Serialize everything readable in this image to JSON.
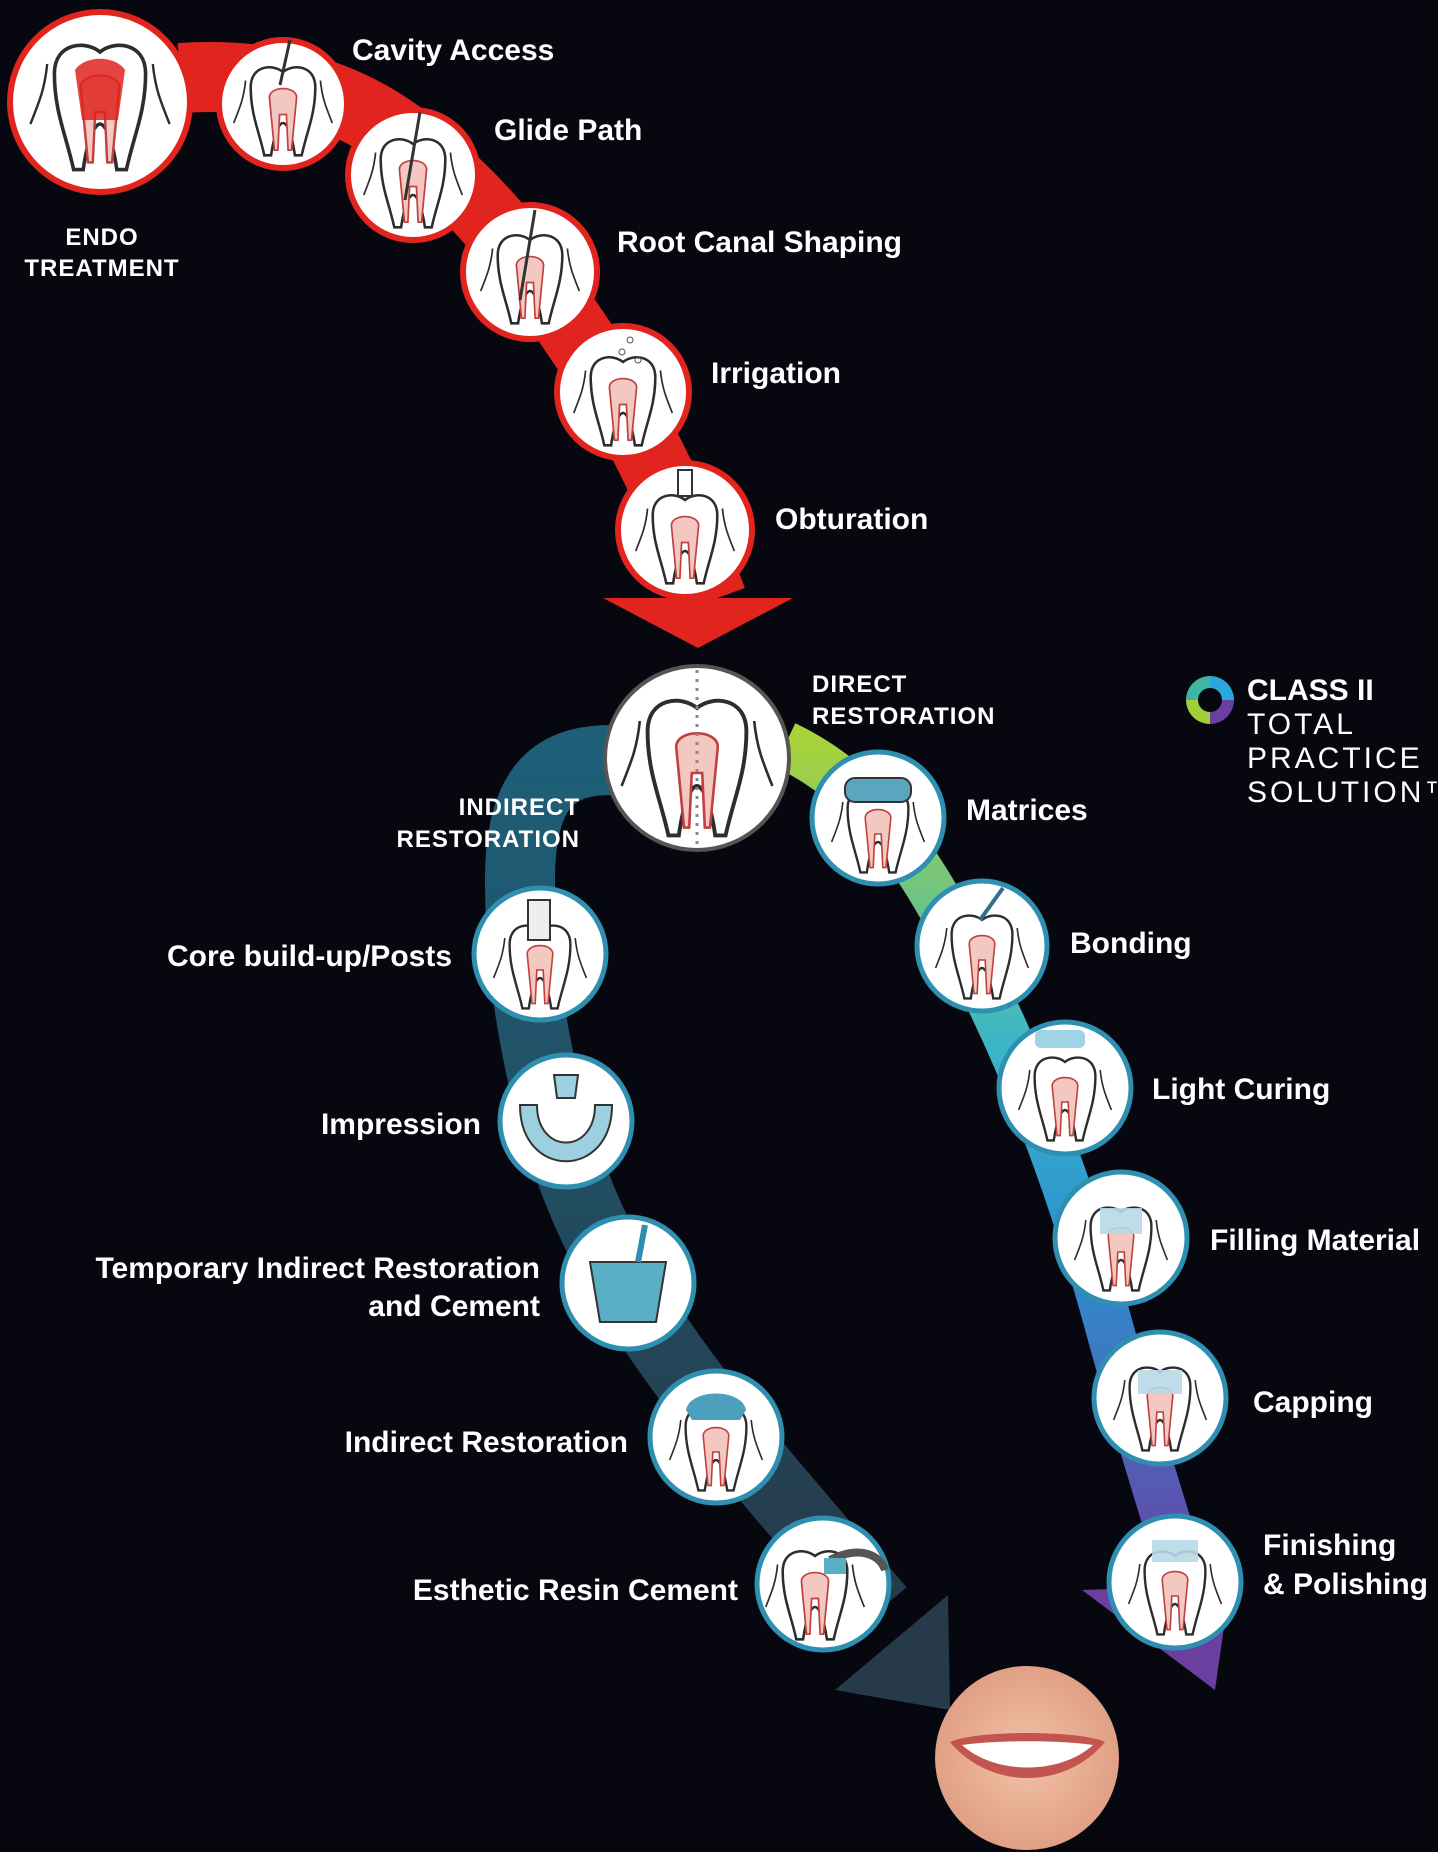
{
  "stages": {
    "endo": [
      "ENDO",
      "TREATMENT"
    ],
    "direct": [
      "DIRECT",
      "RESTORATION"
    ],
    "indirect": [
      "INDIRECT",
      "RESTORATION"
    ]
  },
  "endo_steps": [
    "Cavity Access",
    "Glide Path",
    "Root Canal Shaping",
    "Irrigation",
    "Obturation"
  ],
  "direct_steps": [
    "Matrices",
    "Bonding",
    "Light Curing",
    "Filling Material",
    "Capping",
    "Finishing",
    "& Polishing"
  ],
  "indirect_steps": [
    "Core build-up/Posts",
    "Impression",
    "Temporary Indirect Restoration",
    "and Cement",
    "Indirect Restoration",
    "Esthetic Resin Cement"
  ],
  "logo": {
    "title": "CLASS II",
    "lines": [
      "TOTAL",
      "PRACTICE",
      "SOLUTION™"
    ]
  },
  "colors": {
    "endo": "#e1241e",
    "direct_start": "#9fcf3a",
    "direct_mid": "#2aa5d6",
    "direct_end": "#6a3fa0",
    "indirect": "#2a4c61",
    "background": "#07070f"
  }
}
